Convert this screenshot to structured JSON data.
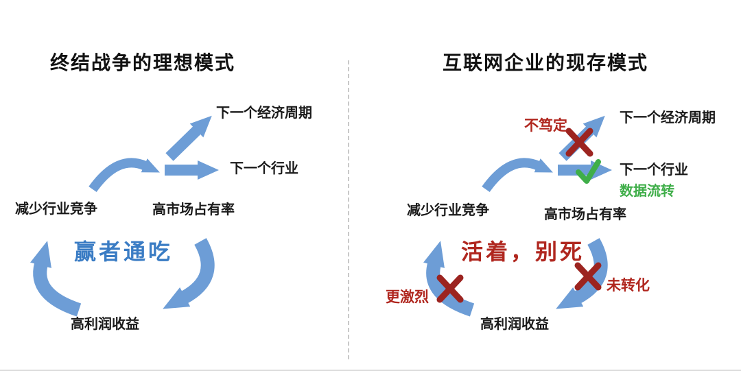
{
  "colors": {
    "arrow_blue": "#6D9DD6",
    "blue_slogan": "#3A7CC4",
    "red_text": "#B0271F",
    "x_mark": "#9C2420",
    "check_green": "#3FAE49",
    "text": "#1a1a1a",
    "divider": "#c9c9c9"
  },
  "left_panel": {
    "title": "终结战争的理想模式",
    "nodes": {
      "reduce_competition": "减少行业竞争",
      "high_market_share": "高市场占有率",
      "next_economic_cycle": "下一个经济周期",
      "next_industry": "下一个行业",
      "high_profit": "高利润收益"
    },
    "slogan": "赢者通吃"
  },
  "right_panel": {
    "title": "互联网企业的现存模式",
    "nodes": {
      "reduce_competition": "减少行业竞争",
      "high_market_share": "高市场占有率",
      "next_economic_cycle": "下一个经济周期",
      "next_industry": "下一个行业",
      "high_profit": "高利润收益"
    },
    "slogan": "活着，别死",
    "annotations": {
      "not_certain": "不笃定",
      "data_flow": "数据流转",
      "more_intense": "更激烈",
      "not_converted": "未转化"
    },
    "marks": {
      "next_cycle_blocked": "✗",
      "next_industry_ok": "✓",
      "profit_not_converted": "✗",
      "competition_more_intense": "✗"
    }
  }
}
